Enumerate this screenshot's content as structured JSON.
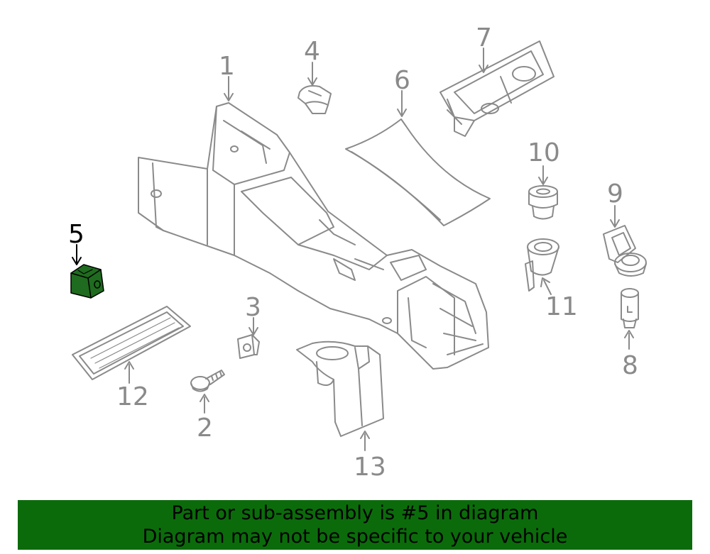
{
  "diagram": {
    "callouts": [
      {
        "id": "1",
        "label": "1"
      },
      {
        "id": "2",
        "label": "2"
      },
      {
        "id": "3",
        "label": "3"
      },
      {
        "id": "4",
        "label": "4"
      },
      {
        "id": "5",
        "label": "5",
        "highlighted": true
      },
      {
        "id": "6",
        "label": "6"
      },
      {
        "id": "7",
        "label": "7"
      },
      {
        "id": "8",
        "label": "8"
      },
      {
        "id": "9",
        "label": "9"
      },
      {
        "id": "10",
        "label": "10"
      },
      {
        "id": "11",
        "label": "11"
      },
      {
        "id": "12",
        "label": "12"
      },
      {
        "id": "13",
        "label": "13"
      }
    ],
    "colors": {
      "line": "#8a8a8a",
      "highlight_fill": "#1f6b1f",
      "highlight_label": "#000000"
    }
  },
  "banner": {
    "line1": "Part or sub-assembly is #5 in diagram",
    "line2": "Diagram may not be specific to your vehicle",
    "background": "#0b6b0b"
  }
}
